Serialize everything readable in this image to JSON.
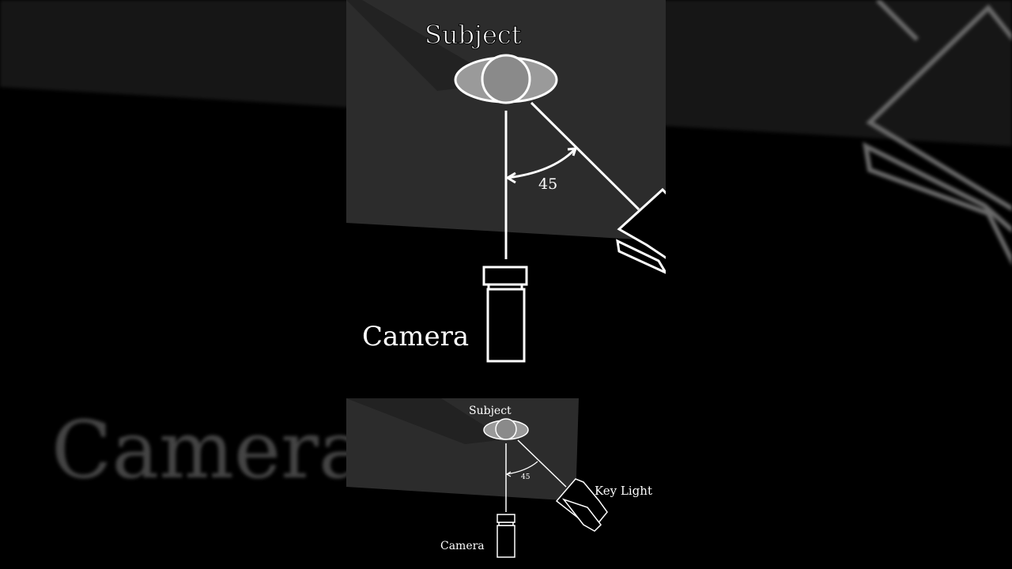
{
  "labels": {
    "subject": "Subject",
    "camera": "Camera",
    "angle": "45",
    "key_light": "Key Light"
  },
  "colors": {
    "background": "#000000",
    "backdrop_dark": "#161616",
    "floor": "#2c2c2c",
    "line": "#ffffff",
    "subject_fill": "#9a9a9a",
    "subject_head": "#8a8a8a",
    "blur_text": "#444444"
  },
  "icons": [
    "camera-icon",
    "subject-icon",
    "key-light-icon",
    "angle-arc-icon"
  ]
}
